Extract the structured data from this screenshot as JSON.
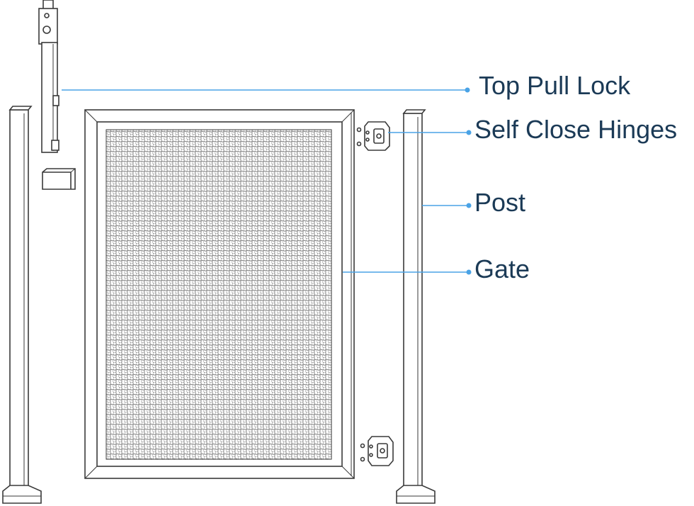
{
  "labels": {
    "top_pull_lock": "Top Pull Lock",
    "self_close_hinges": "Self Close Hinges",
    "post": "Post",
    "gate": "Gate"
  },
  "colors": {
    "leader_line": "#4aa3e6",
    "label_text": "#1b3a56",
    "outline": "#3a3a3a"
  }
}
